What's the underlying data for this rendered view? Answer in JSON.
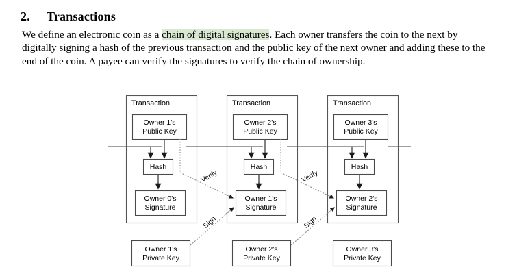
{
  "document": {
    "section_number": "2.",
    "section_title": "Transactions",
    "paragraph": {
      "before_highlight": "We define an electronic coin as a ",
      "highlight": "chain of digital signatures",
      "after_highlight": ".  Each owner transfers the coin to the next by digitally signing a hash of the previous transaction and the public key of the next owner and adding these to the end of the coin.  A payee can verify the signatures to verify the chain of ownership.",
      "highlight_color": "#d9e8d1"
    }
  },
  "figure": {
    "transactions": [
      {
        "container_label": "Transaction",
        "public_key_line1": "Owner 1's",
        "public_key_line2": "Public Key",
        "hash_label": "Hash",
        "signature_line1": "Owner 0's",
        "signature_line2": "Signature",
        "private_key_line1": "Owner 1's",
        "private_key_line2": "Private Key"
      },
      {
        "container_label": "Transaction",
        "public_key_line1": "Owner 2's",
        "public_key_line2": "Public Key",
        "hash_label": "Hash",
        "signature_line1": "Owner 1's",
        "signature_line2": "Signature",
        "private_key_line1": "Owner 2's",
        "private_key_line2": "Private Key"
      },
      {
        "container_label": "Transaction",
        "public_key_line1": "Owner 3's",
        "public_key_line2": "Public Key",
        "hash_label": "Hash",
        "signature_line1": "Owner 2's",
        "signature_line2": "Signature",
        "private_key_line1": "Owner 3's",
        "private_key_line2": "Private Key"
      }
    ],
    "arrow_labels": {
      "verify_1": "Verify",
      "verify_2": "Verify",
      "sign_1": "Sign",
      "sign_2": "Sign"
    }
  }
}
